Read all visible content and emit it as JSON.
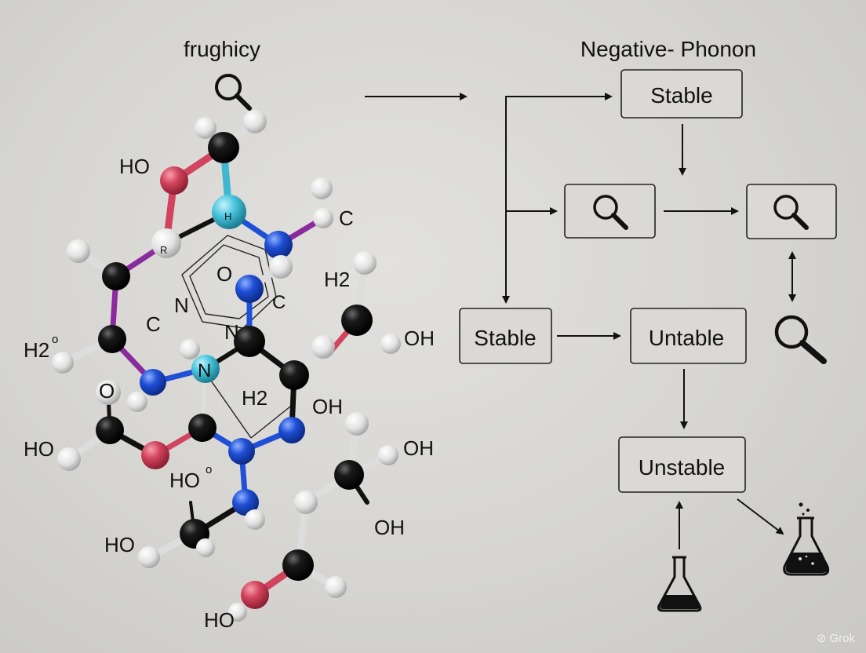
{
  "molecule": {
    "title": "frughicy",
    "labels": {
      "ho_top": "HO",
      "c_right": "C",
      "r_center": "R",
      "h_blue": "H",
      "o_mid": "O",
      "c_mid": "C",
      "c_left": "C",
      "n_left": "N",
      "n_center": "N",
      "h2_right": "H2",
      "oh_right": "OH",
      "h2o_left": "H2",
      "h2o_left_sup": "o",
      "n_blue": "N",
      "h2_center": "H2",
      "oh_center": "OH",
      "o_carbonyl": "O",
      "ho_left": "HO",
      "oh_lower_right": "OH",
      "ho_lower": "HO",
      "ho_lower_sup": "o",
      "oh_lowest_right": "OH",
      "ho_bottom_left": "HO",
      "ho_bottom": "HO"
    }
  },
  "flowchart": {
    "title": "Negative- Phonon",
    "nodes": {
      "stable_top": "Stable",
      "stable_left": "Stable",
      "untable": "Untable",
      "unstable": "Unstable"
    },
    "icons": [
      "magnifier-icon",
      "magnifier-icon",
      "magnifier-icon",
      "magnifier-icon",
      "flask-icon",
      "flask-icon"
    ]
  },
  "watermark": "Grok",
  "colors": {
    "background": "#d8d7d3",
    "atom_black": "#111111",
    "atom_white": "#e6e6e6",
    "atom_red": "#d2445d",
    "atom_blue": "#1f4fd6",
    "atom_cyan": "#4cc8de",
    "bond_purple": "#8a2a9c"
  }
}
